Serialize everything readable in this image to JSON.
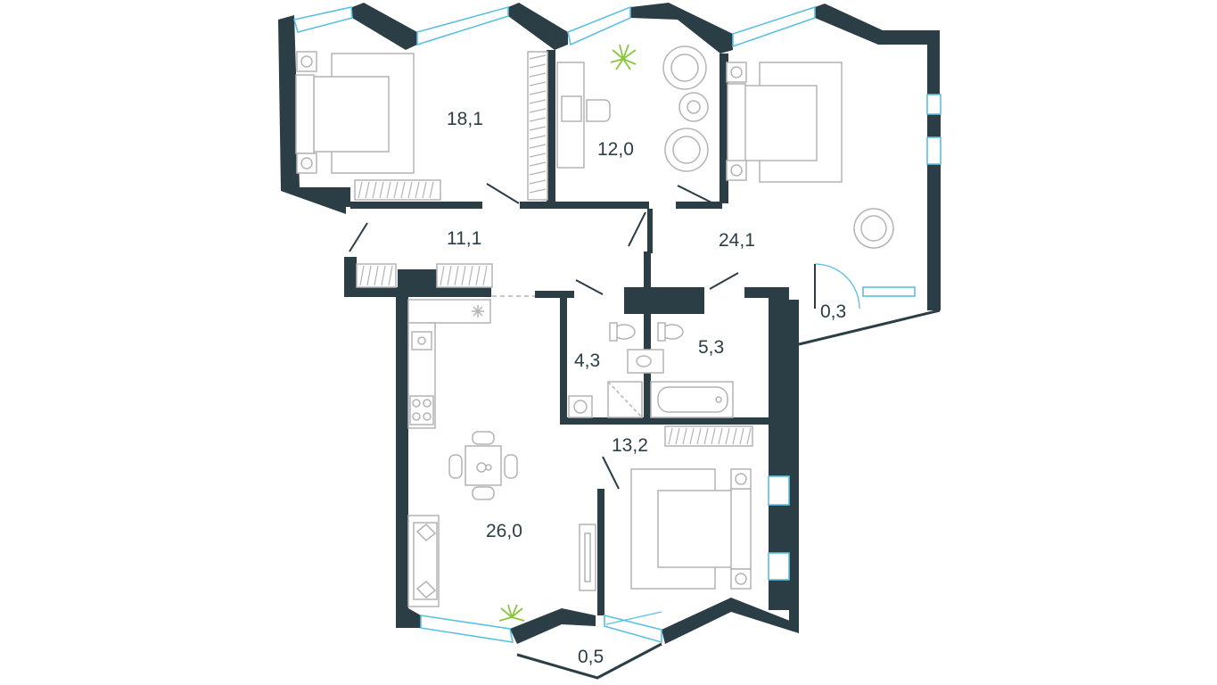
{
  "colors": {
    "wall": "#2b3d45",
    "window": "#5cc0e0",
    "furniture": "#b4b4b4",
    "plant": "#8cc63f",
    "text": "#2b3d45"
  },
  "rooms": [
    {
      "id": "bedroom-northwest",
      "area": "18,1"
    },
    {
      "id": "study",
      "area": "12,0"
    },
    {
      "id": "bedroom-northeast",
      "area": "24,1"
    },
    {
      "id": "hallway",
      "area": "11,1"
    },
    {
      "id": "balcony-east",
      "area": "0,3"
    },
    {
      "id": "bathroom-west",
      "area": "4,3"
    },
    {
      "id": "bathroom-east",
      "area": "5,3"
    },
    {
      "id": "bedroom-south",
      "area": "13,2"
    },
    {
      "id": "kitchen-living",
      "area": "26,0"
    },
    {
      "id": "balcony-south",
      "area": "0,5"
    }
  ],
  "icons": [
    "bed-icon",
    "armchair-icon",
    "desk-icon",
    "plant-icon",
    "dining-table-icon",
    "sofa-icon",
    "tv-icon",
    "stove-icon",
    "sink-icon",
    "toilet-icon",
    "bathtub-icon",
    "shower-icon",
    "washing-machine-icon",
    "wardrobe-icon",
    "fan-icon"
  ]
}
